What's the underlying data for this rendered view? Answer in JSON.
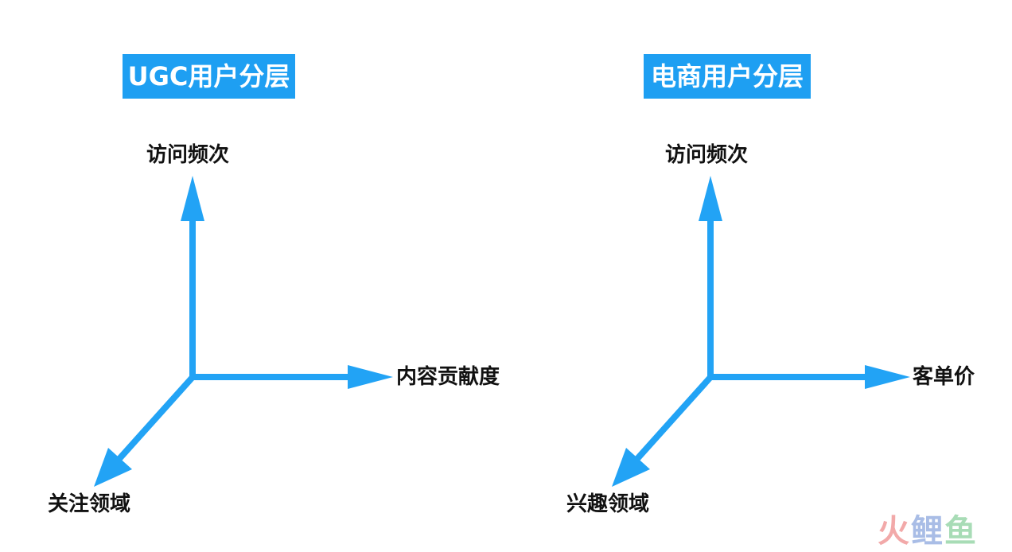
{
  "left_diagram": {
    "title": "UGC用户分层",
    "axis_up": "访问频次",
    "axis_right": "内容贡献度",
    "axis_diagonal": "关注领域"
  },
  "right_diagram": {
    "title": "电商用户分层",
    "axis_up": "访问频次",
    "axis_right": "客单价",
    "axis_diagonal": "兴趣领域"
  },
  "watermark": {
    "char1": "火",
    "char2": "鲤",
    "char3": "鱼"
  },
  "colors": {
    "accent": "#1e9ff2",
    "arrow": "#22a3f5"
  },
  "icons": [
    "arrow-up-icon",
    "arrow-right-icon",
    "arrow-down-left-icon"
  ]
}
